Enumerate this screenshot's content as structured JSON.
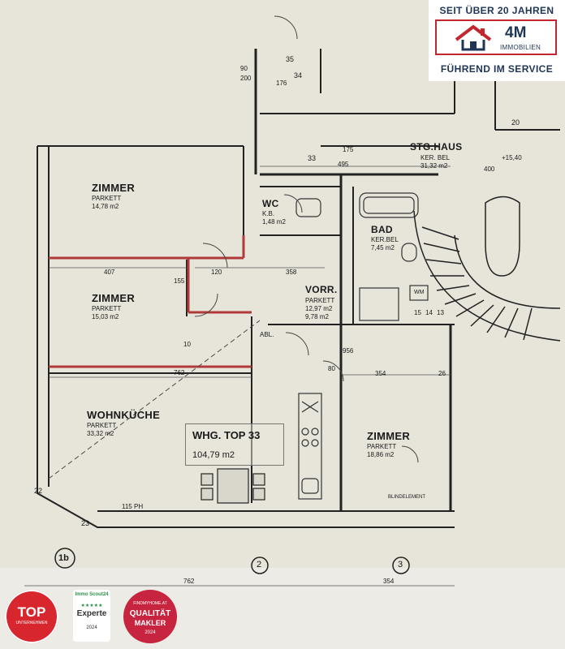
{
  "brand": {
    "top": "SEIT ÜBER 20 JAHREN",
    "logo": "4M",
    "sub": "IMMOBILIEN",
    "bottom": "FÜHREND IM SERVICE",
    "colors": {
      "navy": "#1e3557",
      "red": "#c2262f"
    }
  },
  "rooms": {
    "zimmer1": {
      "name": "ZIMMER",
      "floor": "PARKETT",
      "area": "14,78 m2"
    },
    "zimmer2": {
      "name": "ZIMMER",
      "floor": "PARKETT",
      "area": "15,03 m2"
    },
    "wohnkueche": {
      "name": "WOHNKÜCHE",
      "floor": "PARKETT",
      "area": "33,32 m2"
    },
    "wc": {
      "name": "WC",
      "floor": "K.B.",
      "area": "1,48 m2"
    },
    "bad": {
      "name": "BAD",
      "floor": "KER.BEL",
      "area": "7,45 m2"
    },
    "vorr": {
      "name": "VORR.",
      "floor": "PARKETT",
      "area": "12,97 m2",
      "area2": "9,78 m2"
    },
    "zimmer3": {
      "name": "ZIMMER",
      "floor": "PARKETT",
      "area": "18,86 m2"
    },
    "stg": {
      "name": "STG.HAUS",
      "floor": "KER. BEL",
      "area": "31,32 m2"
    }
  },
  "apartment": {
    "name": "WHG. TOP 33",
    "area": "104,79 m2"
  },
  "misc": {
    "abl": "ABL.",
    "blindelement": "BLINDELEMENT",
    "level": "+15,40",
    "wm": "WM",
    "door_numbers": [
      "34",
      "35",
      "33"
    ],
    "meter_numbers": [
      "15",
      "14",
      "13"
    ],
    "axes": [
      "1b",
      "2",
      "3"
    ],
    "section_numbers": [
      "22",
      "23",
      "20"
    ]
  },
  "dims": {
    "d407": "407",
    "d120": "120",
    "d358": "358",
    "d155": "155",
    "d762": "762",
    "d354": "354",
    "d26": "26",
    "d495": "495",
    "d175": "175",
    "d176": "176",
    "d90": "90",
    "d200": "200",
    "d400": "400",
    "d80": "80",
    "d956": "956",
    "d115ph": "115 PH",
    "d10": "10",
    "bottom762": "762",
    "bottom354": "354"
  },
  "badges": {
    "top": {
      "big": "TOP",
      "small": "UNTERNEHMEN",
      "color": "#d8262e"
    },
    "immoscout": {
      "brand": "Immo Scout24",
      "stars": "★★★★★",
      "text": "Experte",
      "year": "2024"
    },
    "qualitaet": {
      "l1": "FINDMYHOME.AT",
      "l2": "QUALITÄT",
      "l3": "MAKLER",
      "l4": "2024",
      "color": "#c6243f"
    }
  }
}
